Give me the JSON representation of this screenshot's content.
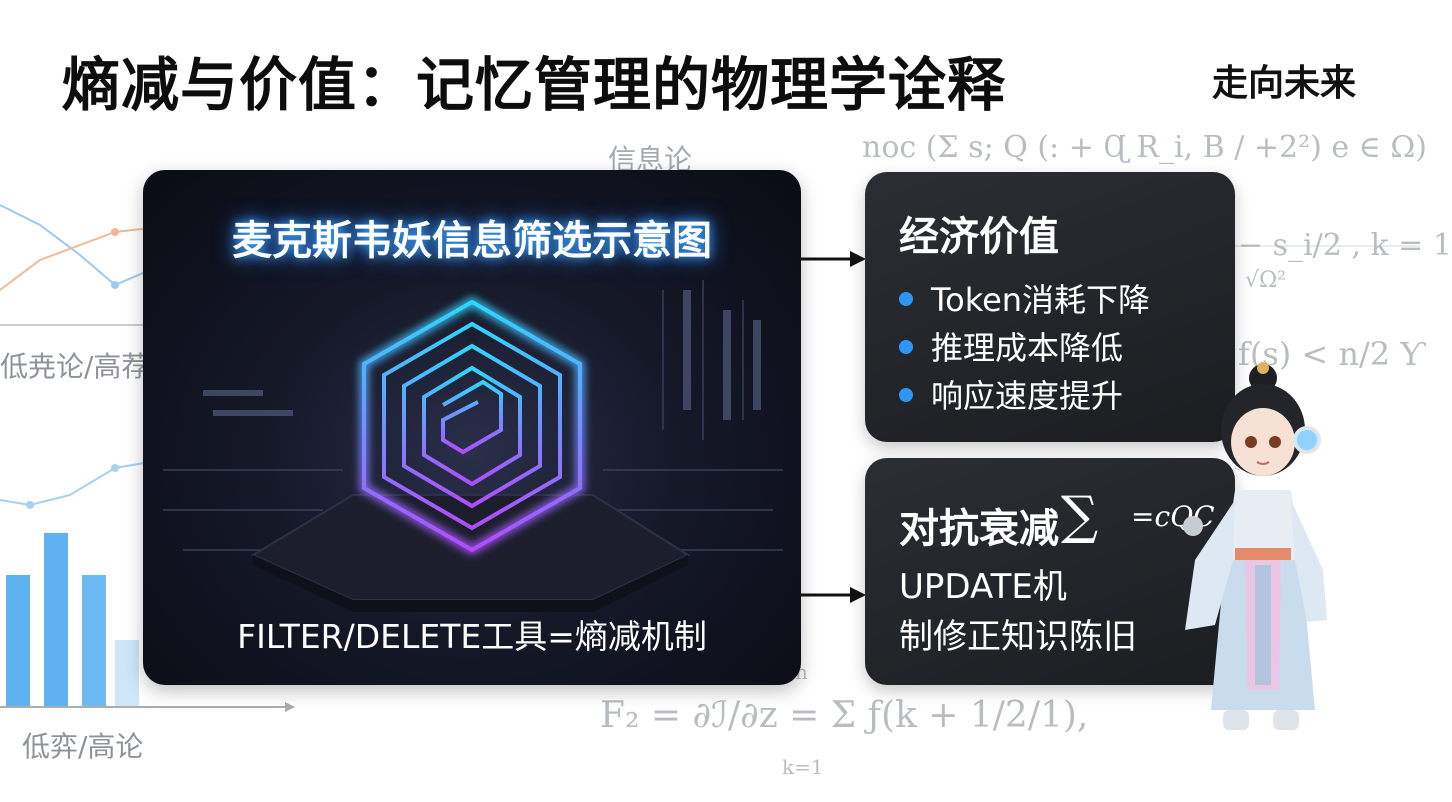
{
  "header": {
    "title": "熵减与价值：记忆管理的物理学诠释",
    "brand": "走向未来"
  },
  "background": {
    "label_info_theory": "信息论",
    "label_top_left": "低尭论/高荐",
    "label_bottom_left": "低弈/高论",
    "formula_top": "noc (Σ s;  Q (: + Ɋ R_i, B / +2²) e ∈ Ω)",
    "formula_right_1": "− s_i/2 , k = 1",
    "formula_right_1b": "√Ω²",
    "formula_right_2": "f(s) < n/2 Ƴ",
    "formula_bottom": "F₂ = ∂ℐ/∂z = Σ ƒ(k + 1/2/1),",
    "formula_bottom_limits_top": "n",
    "formula_bottom_limits_bottom": "k=1"
  },
  "diagram": {
    "title": "麦克斯韦妖信息筛选示意图",
    "caption": "FILTER/DELETE工具=熵减机制"
  },
  "economic_value": {
    "title": "经济价值",
    "items": [
      "Token消耗下降",
      "推理成本降低",
      "响应速度提升"
    ],
    "bullet_color": "#2e97f5"
  },
  "anti_decay": {
    "title": "对抗衰减",
    "formula_symbol": "∑",
    "formula_text": "=cQC",
    "body_line1": "UPDATE机",
    "body_line2": "制修正知识陈旧"
  },
  "colors": {
    "accent_glow": "#3aa8ff",
    "card_bg": "#23262b",
    "bar_blue": "#5fb2f0"
  }
}
